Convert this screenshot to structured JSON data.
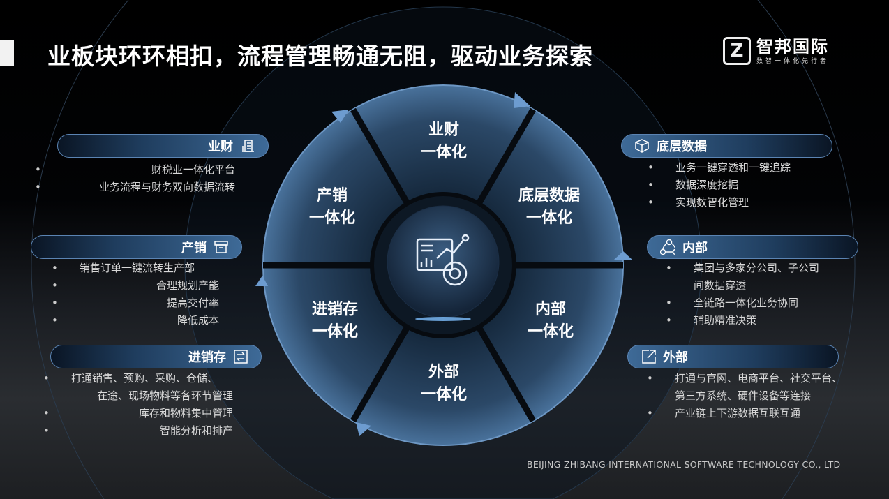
{
  "title": "业板块环环相扣，流程管理畅通无阻，驱动业务探索",
  "logo": {
    "mark": "Z",
    "name": "智邦国际",
    "slogan": "数智一体化先行者"
  },
  "wheel": {
    "center_icon": "analytics-dashboard-icon",
    "segments": [
      {
        "line1": "业财",
        "line2": "一体化"
      },
      {
        "line1": "底层数据",
        "line2": "一体化"
      },
      {
        "line1": "内部",
        "line2": "一体化"
      },
      {
        "line1": "外部",
        "line2": "一体化"
      },
      {
        "line1": "进销存",
        "line2": "一体化"
      },
      {
        "line1": "产销",
        "line2": "一体化"
      }
    ]
  },
  "left_panels": [
    {
      "label": "业财",
      "icon": "building-icon",
      "items": [
        "财税业一体化平台",
        "业务流程与财务双向数据流转"
      ]
    },
    {
      "label": "产销",
      "icon": "box-icon",
      "items": [
        "销售订单一键流转生产部",
        "合理规划产能",
        "提高交付率",
        "降低成本"
      ]
    },
    {
      "label": "进销存",
      "icon": "exchange-icon",
      "items": [
        "打通销售、预购、采购、仓储、",
        "在途、现场物料等各环节管理",
        "库存和物料集中管理",
        "智能分析和排产"
      ]
    }
  ],
  "right_panels": [
    {
      "label": "底层数据",
      "icon": "cube-icon",
      "items": [
        "业务一键穿透和一键追踪",
        "数据深度挖掘",
        "实现数智化管理"
      ]
    },
    {
      "label": "内部",
      "icon": "network-icon",
      "items": [
        "集团与多家分公司、子公司",
        "间数据穿透",
        "全链路一体化业务协同",
        "辅助精准决策"
      ]
    },
    {
      "label": "外部",
      "icon": "external-link-icon",
      "items": [
        "打通与官网、电商平台、社交平台、",
        "第三方系统、硬件设备等连接",
        "产业链上下游数据互联互通"
      ]
    }
  ],
  "footer": "BEIJING ZHIBANG INTERNATIONAL  SOFTWARE  TECHNOLOGY  CO., LTD",
  "colors": {
    "accent": "#3e6a97",
    "segment": "#2c4a6b",
    "border": "#5b84b3"
  }
}
